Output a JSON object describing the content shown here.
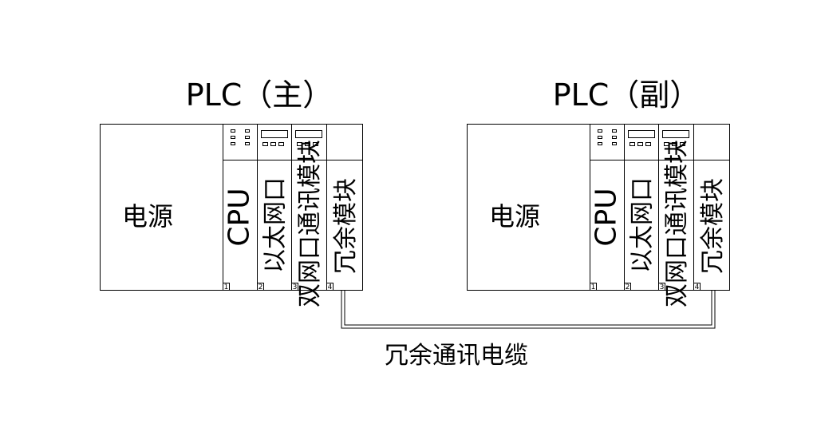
{
  "plcs": [
    {
      "title": "PLC（主）",
      "power": "电源",
      "modules": [
        {
          "label": "CPU",
          "slot": "1"
        },
        {
          "label": "以太网口",
          "slot": "2"
        },
        {
          "label": "双网口通讯模块",
          "slot": "3"
        },
        {
          "label": "冗余模块",
          "slot": "4"
        }
      ]
    },
    {
      "title": "PLC（副）",
      "power": "电源",
      "modules": [
        {
          "label": "CPU",
          "slot": "1"
        },
        {
          "label": "以太网口",
          "slot": "2"
        },
        {
          "label": "双网口通讯模块",
          "slot": "3"
        },
        {
          "label": "冗余模块",
          "slot": "4"
        }
      ]
    }
  ],
  "cable_label": "冗余通讯电缆"
}
